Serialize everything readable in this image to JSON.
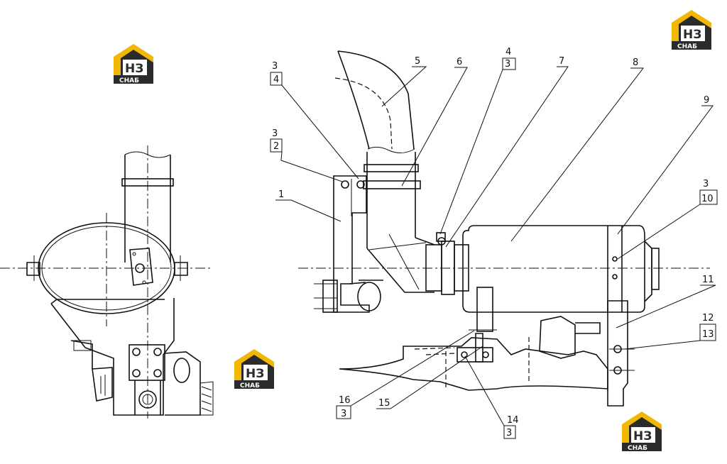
{
  "logo": {
    "mark": "НЗ",
    "caption": "СНАБ",
    "colors": {
      "roof": "#f2b705",
      "body": "#2b2b2b",
      "text": "#ffffff"
    }
  },
  "callouts": {
    "c1": "1",
    "c2": "2",
    "c3": "3",
    "c4": "4",
    "c5": "5",
    "c6": "6",
    "c7": "7",
    "c8": "8",
    "c9": "9",
    "c10": "10",
    "c11": "11",
    "c12": "12",
    "c13": "13",
    "c14": "14",
    "c15": "15",
    "c16": "16"
  }
}
